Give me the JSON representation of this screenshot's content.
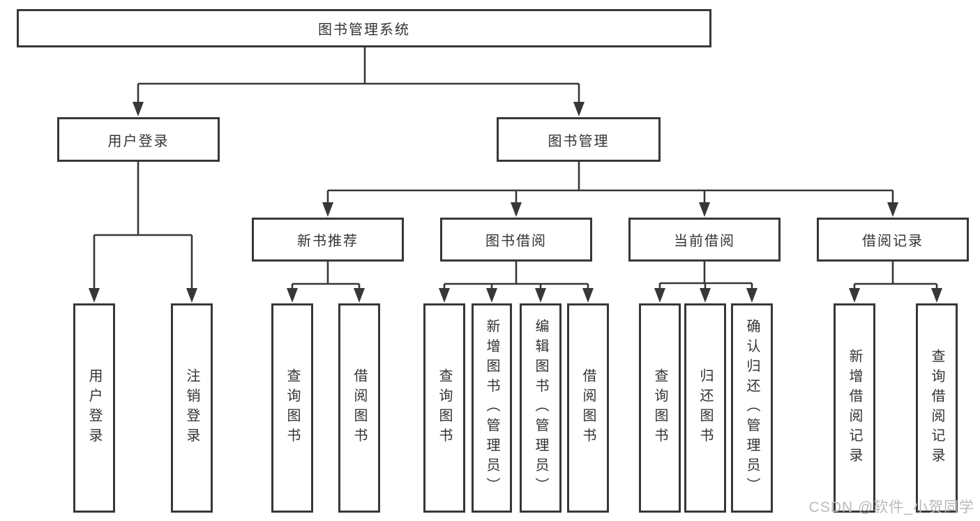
{
  "diagram_type": "hierarchy",
  "colors": {
    "line": "#373737",
    "box_border": "#373737",
    "text": "#333333",
    "background": "#ffffff",
    "watermark": "#b9b9b9"
  },
  "tree": {
    "root": {
      "label": "图书管理系统",
      "children": [
        {
          "label": "用户登录",
          "children": [
            {
              "label": "用户登录"
            },
            {
              "label": "注销登录"
            }
          ]
        },
        {
          "label": "图书管理",
          "children": [
            {
              "label": "新书推荐",
              "children": [
                {
                  "label": "查询图书"
                },
                {
                  "label": "借阅图书"
                }
              ]
            },
            {
              "label": "图书借阅",
              "children": [
                {
                  "label": "查询图书"
                },
                {
                  "label": "新增图书（管理员）"
                },
                {
                  "label": "编辑图书（管理员）"
                },
                {
                  "label": "借阅图书"
                }
              ]
            },
            {
              "label": "当前借阅",
              "children": [
                {
                  "label": "查询图书"
                },
                {
                  "label": "归还图书"
                },
                {
                  "label": "确认归还（管理员）"
                }
              ]
            },
            {
              "label": "借阅记录",
              "children": [
                {
                  "label": "新增借阅记录"
                },
                {
                  "label": "查询借阅记录"
                }
              ]
            }
          ]
        }
      ]
    }
  },
  "watermark": {
    "text": "CSDN @软件_小贺同学"
  }
}
